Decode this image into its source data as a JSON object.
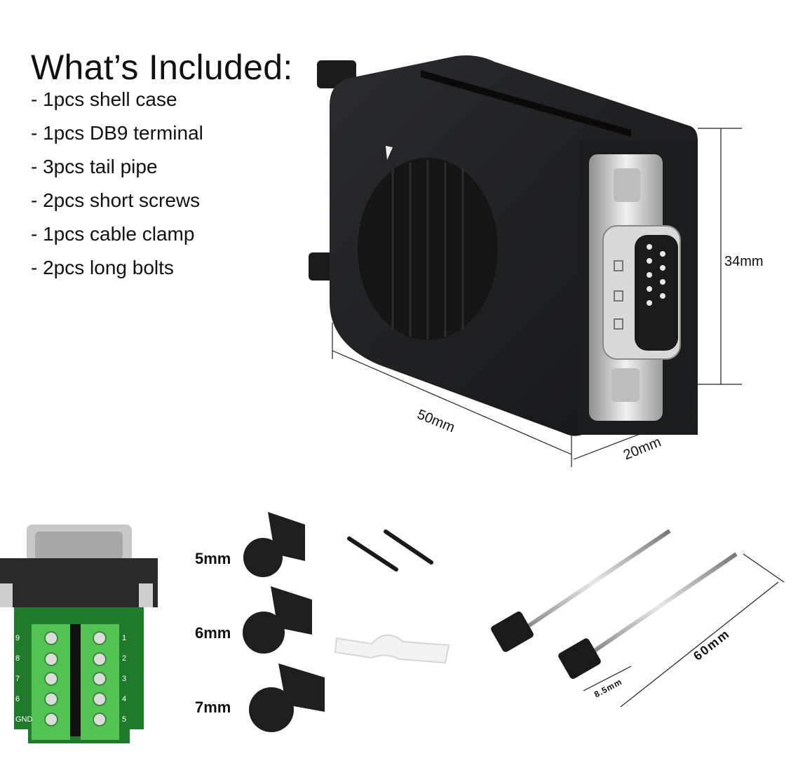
{
  "header": {
    "title": "What’s Included:"
  },
  "included_items": [
    "- 1pcs shell case",
    "- 1pcs DB9 terminal",
    "- 3pcs tail pipe",
    "- 2pcs short screws",
    "- 1pcs cable clamp",
    "- 2pcs long bolts"
  ],
  "shell_dimensions": {
    "height": "34mm",
    "length": "50mm",
    "depth": "20mm"
  },
  "tail_pipes": [
    {
      "label": "5mm"
    },
    {
      "label": "6mm"
    },
    {
      "label": "7mm"
    }
  ],
  "terminal_pins": {
    "left_column": [
      "9",
      "8",
      "7",
      "6",
      "GND"
    ],
    "right_column": [
      "1",
      "2",
      "3",
      "4",
      "5"
    ]
  },
  "bolt_dimensions": {
    "length": "60mm",
    "knob_width": "8.5mm"
  },
  "colors": {
    "shell": "#1e1f21",
    "pcb_green": "#1f7a2c",
    "terminal_green": "#53c453",
    "metal": "#c9c9c9",
    "clamp": "#f3f3f3"
  }
}
